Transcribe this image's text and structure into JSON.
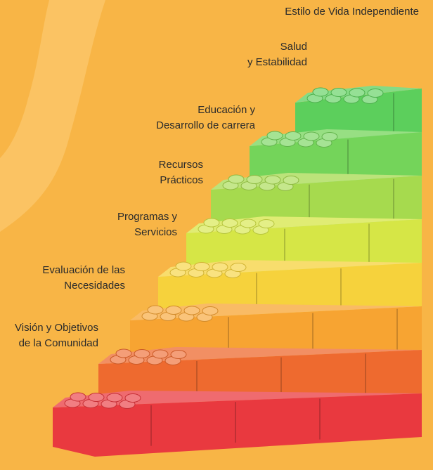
{
  "background_color": "#f8b546",
  "steps": [
    {
      "lines": [
        "Estilo de Vida Independiente"
      ],
      "color": "#5ccf5c"
    },
    {
      "lines": [
        "Salud",
        "y Estabilidad"
      ],
      "color": "#74d45a"
    },
    {
      "lines": [
        "Educación y",
        "Desarrollo de carrera"
      ],
      "color": "#a6da4e"
    },
    {
      "lines": [
        "Recursos",
        "Prácticos"
      ],
      "color": "#d6e646"
    },
    {
      "lines": [
        "Programas y",
        "Servicios"
      ],
      "color": "#f6d23c"
    },
    {
      "lines": [
        "Evaluación de las",
        "Necesidades"
      ],
      "color": "#f7a432"
    },
    {
      "lines": [
        "Visión y Objetivos",
        "de la Comunidad"
      ],
      "color": "#ee6a2f"
    }
  ],
  "base_color": "#e9393f"
}
